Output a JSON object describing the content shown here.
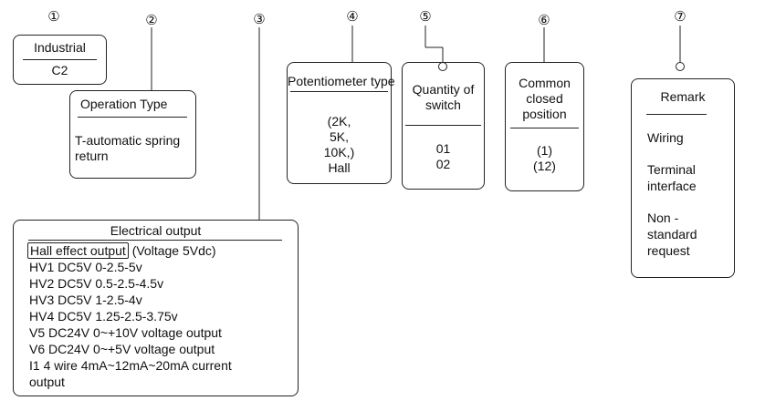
{
  "markers": [
    "①",
    "②",
    "③",
    "④",
    "⑤",
    "⑥",
    "⑦"
  ],
  "industrial": {
    "title": "Industrial",
    "code": "C2"
  },
  "operation": {
    "title": "Operation Type",
    "lines": [
      "T-automatic spring",
      "return"
    ]
  },
  "electrical": {
    "title": "Electrical output",
    "hall_label": "Hall effect output",
    "hall_note": "(Voltage 5Vdc)",
    "items": [
      "HV1 DC5V 0-2.5-5v",
      "HV2 DC5V 0.5-2.5-4.5v",
      "HV3 DC5V 1-2.5-4v",
      "HV4 DC5V 1.25-2.5-3.75v",
      "V5 DC24V 0~+10V voltage output",
      "V6 DC24V 0~+5V voltage output",
      "I1 4 wire 4mA~12mA~20mA current",
      "output"
    ]
  },
  "potentiometer": {
    "title": "Potentiometer type",
    "lines": [
      "(2K,",
      "5K,",
      "10K,)",
      "Hall"
    ]
  },
  "switch_qty": {
    "title_lines": [
      "Quantity of",
      "switch"
    ],
    "lines": [
      "01",
      "02"
    ]
  },
  "common": {
    "title_lines": [
      "Common",
      "closed",
      "position"
    ],
    "lines": [
      "(1)",
      "(12)"
    ]
  },
  "remark": {
    "title": "Remark",
    "items": [
      "Wiring",
      "Terminal",
      "interface",
      "Non -",
      "standard",
      "request"
    ]
  }
}
